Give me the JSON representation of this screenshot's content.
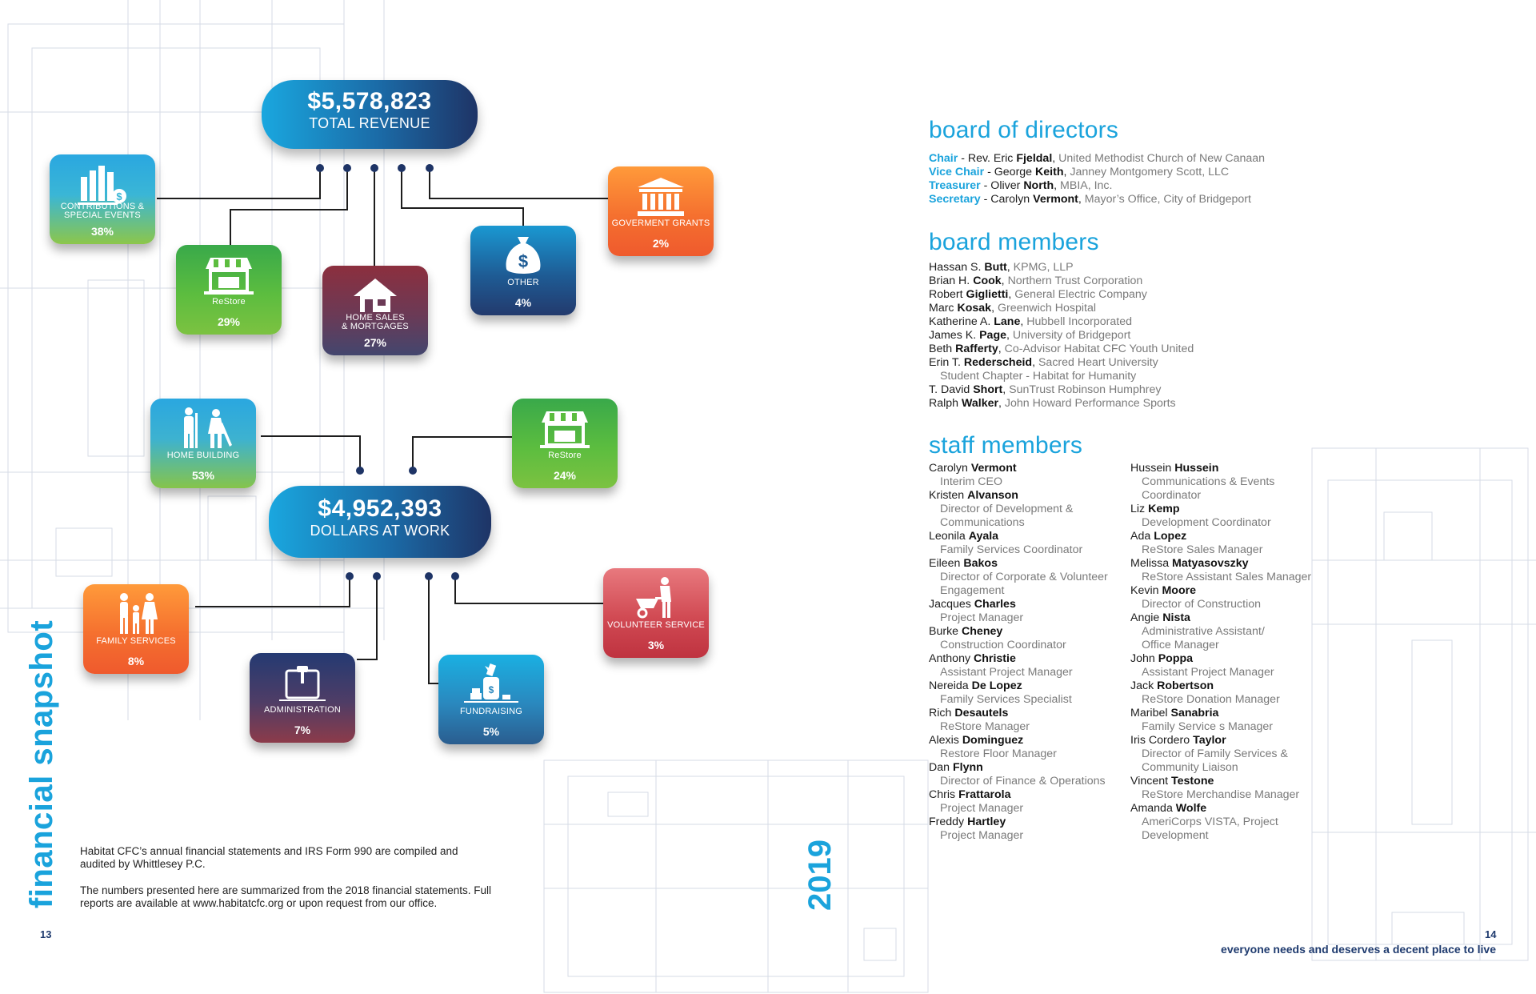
{
  "left_page": {
    "title": "financial snapshot",
    "page_number": "13",
    "total_revenue": {
      "amount": "$5,578,823",
      "label": "TOTAL REVENUE"
    },
    "dollars_at_work": {
      "amount": "$4,952,393",
      "label": "DOLLARS AT WORK"
    },
    "revenue_items": [
      {
        "name": "CONTRIBUTIONS & SPECIAL EVENTS",
        "name_l1": "CONTRIBUTIONS &",
        "name_l2": "SPECIAL EVENTS",
        "pct": "38%",
        "icon": "money-stack-icon"
      },
      {
        "name": "ReStore",
        "pct": "29%",
        "icon": "storefront-icon"
      },
      {
        "name": "HOME SALES & MORTGAGES",
        "name_l1": "HOME SALES",
        "name_l2": "& MORTGAGES",
        "pct": "27%",
        "icon": "house-icon"
      },
      {
        "name": "OTHER",
        "pct": "4%",
        "icon": "money-bag-icon"
      },
      {
        "name": "GOVERMENT GRANTS",
        "pct": "2%",
        "icon": "government-building-icon"
      }
    ],
    "expense_items": [
      {
        "name": "HOME BUILDING",
        "pct": "53%",
        "icon": "construction-workers-icon"
      },
      {
        "name": "ReStore",
        "pct": "24%",
        "icon": "storefront-icon"
      },
      {
        "name": "FAMILY SERVICES",
        "pct": "8%",
        "icon": "family-icon"
      },
      {
        "name": "ADMINISTRATION",
        "pct": "7%",
        "icon": "clipboard-icon"
      },
      {
        "name": "FUNDRAISING",
        "pct": "5%",
        "icon": "fundraising-jar-icon"
      },
      {
        "name": "VOLUNTEER SERVICE",
        "pct": "3%",
        "icon": "volunteer-wheelbarrow-icon"
      }
    ],
    "footnote_1": "Habitat CFC’s annual financial statements and IRS Form 990 are compiled and audited by Whittlesey P.C.",
    "footnote_2": "The numbers presented here are summarized from the 2018 financial statements. Full reports are available at www.habitatcfc.org or upon request from our office.",
    "year": "2019"
  },
  "right_page": {
    "page_number": "14",
    "tagline": "everyone needs and deserves a decent place to live",
    "board_of_directors": {
      "heading": "board of directors",
      "entries": [
        {
          "role": "Chair",
          "first": "Rev. Eric",
          "last": "Fjeldal",
          "org": "United Methodist Church of New Canaan"
        },
        {
          "role": "Vice Chair",
          "first": "George",
          "last": "Keith",
          "org": "Janney Montgomery Scott, LLC"
        },
        {
          "role": "Treasurer",
          "first": "Oliver",
          "last": "North",
          "org": "MBIA, Inc."
        },
        {
          "role": "Secretary",
          "first": "Carolyn",
          "last": "Vermont",
          "org": "Mayor’s Office, City of Bridgeport"
        }
      ]
    },
    "board_members": {
      "heading": "board members",
      "entries": [
        {
          "first": "Hassan S.",
          "last": "Butt",
          "org": "KPMG, LLP"
        },
        {
          "first": "Brian H.",
          "last": "Cook",
          "org": "Northern Trust Corporation"
        },
        {
          "first": "Robert",
          "last": "Giglietti",
          "org": "General Electric Company"
        },
        {
          "first": "Marc",
          "last": "Kosak",
          "org": "Greenwich Hospital"
        },
        {
          "first": "Katherine A.",
          "last": "Lane",
          "org": "Hubbell Incorporated"
        },
        {
          "first": "James K.",
          "last": "Page",
          "org": "University of Bridgeport"
        },
        {
          "first": "Beth",
          "last": "Rafferty",
          "org": "Co-Advisor Habitat CFC Youth United"
        },
        {
          "first": "Erin T.",
          "last": "Rederscheid",
          "org": "Sacred Heart University",
          "org2": "Student Chapter - Habitat for Humanity"
        },
        {
          "first": "T. David",
          "last": "Short",
          "org": "SunTrust Robinson Humphrey"
        },
        {
          "first": "Ralph",
          "last": "Walker",
          "org": "John Howard Performance Sports"
        }
      ]
    },
    "staff_members": {
      "heading": "staff members",
      "col1": [
        {
          "first": "Carolyn",
          "last": "Vermont",
          "titles": [
            "Interim CEO"
          ]
        },
        {
          "first": "Kristen",
          "last": "Alvanson",
          "titles": [
            "Director of Development &",
            "Communications"
          ]
        },
        {
          "first": "Leonila",
          "last": "Ayala",
          "titles": [
            "Family Services Coordinator"
          ]
        },
        {
          "first": "Eileen",
          "last": "Bakos",
          "titles": [
            "Director of Corporate & Volunteer",
            "Engagement"
          ]
        },
        {
          "first": "Jacques",
          "last": "Charles",
          "titles": [
            "Project Manager"
          ]
        },
        {
          "first": "Burke",
          "last": "Cheney",
          "titles": [
            "Construction Coordinator"
          ]
        },
        {
          "first": "Anthony",
          "last": "Christie",
          "titles": [
            "Assistant Project Manager"
          ]
        },
        {
          "first": "Nereida",
          "last": "De Lopez",
          "titles": [
            "Family Services Specialist"
          ]
        },
        {
          "first": "Rich",
          "last": "Desautels",
          "titles": [
            "ReStore Manager"
          ]
        },
        {
          "first": "Alexis",
          "last": "Dominguez",
          "titles": [
            "Restore Floor Manager"
          ]
        },
        {
          "first": "Dan",
          "last": "Flynn",
          "titles": [
            "Director of Finance & Operations"
          ]
        },
        {
          "first": "Chris",
          "last": "Frattarola",
          "titles": [
            "Project Manager"
          ]
        },
        {
          "first": "Freddy",
          "last": "Hartley",
          "titles": [
            "Project Manager"
          ]
        }
      ],
      "col2": [
        {
          "first": "Hussein",
          "last": "Hussein",
          "titles": [
            "Communications & Events",
            "Coordinator"
          ]
        },
        {
          "first": "Liz",
          "last": "Kemp",
          "titles": [
            "Development Coordinator"
          ]
        },
        {
          "first": "Ada",
          "last": "Lopez",
          "titles": [
            "ReStore Sales Manager"
          ]
        },
        {
          "first": "Melissa",
          "last": "Matyasovszky",
          "titles": [
            "ReStore Assistant Sales Manager"
          ]
        },
        {
          "first": "Kevin",
          "last": "Moore",
          "titles": [
            "Director of Construction"
          ]
        },
        {
          "first": "Angie",
          "last": "Nista",
          "titles": [
            "Administrative Assistant/",
            "Office Manager"
          ]
        },
        {
          "first": "John",
          "last": "Poppa",
          "titles": [
            "Assistant Project Manager"
          ]
        },
        {
          "first": "Jack",
          "last": "Robertson",
          "titles": [
            "ReStore Donation Manager"
          ]
        },
        {
          "first": "Maribel",
          "last": "Sanabria",
          "titles": [
            "Family Service s Manager"
          ]
        },
        {
          "first": "Iris Cordero",
          "last": "Taylor",
          "titles": [
            "Director of Family Services &",
            "Community Liaison"
          ]
        },
        {
          "first": "Vincent",
          "last": "Testone",
          "titles": [
            "ReStore Merchandise Manager"
          ]
        },
        {
          "first": "Amanda",
          "last": "Wolfe",
          "titles": [
            "AmeriCorps VISTA, Project",
            "Development"
          ]
        }
      ]
    }
  },
  "colors": {
    "accent": "#1aa3dc",
    "navy": "#1e3a6e"
  }
}
